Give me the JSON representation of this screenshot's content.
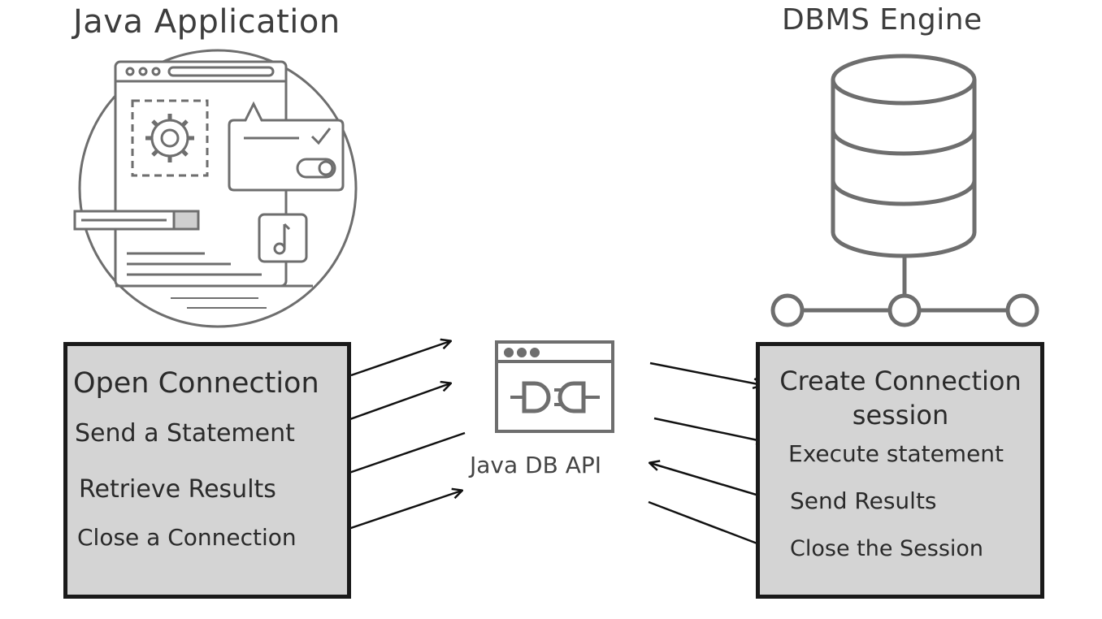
{
  "titles": {
    "java_app": "Java Application",
    "dbms": "DBMS Engine"
  },
  "java_app_steps": {
    "open": "Open Connection",
    "send": "Send a Statement",
    "retrieve": "Retrieve Results",
    "close": "Close a Connection"
  },
  "api": {
    "label": "Java DB API"
  },
  "dbms_steps": {
    "create": "Create Connection session",
    "execute": "Execute statement",
    "send_results": "Send Results",
    "close": "Close the Session"
  },
  "icons": {
    "app": "app-window-icon",
    "plug": "plug-icon",
    "database": "database-icon",
    "network": "network-nodes-icon"
  },
  "colors": {
    "box_fill": "#d4d4d4",
    "box_border": "#1a1a1a",
    "line": "#6e6e6e"
  }
}
